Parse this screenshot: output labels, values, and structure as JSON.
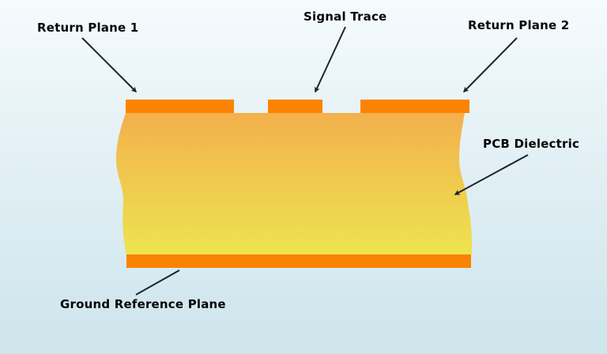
{
  "diagram": {
    "title": "PCB cross-section diagram",
    "labels": {
      "return_plane_1": "Return Plane 1",
      "signal_trace": "Signal Trace",
      "return_plane_2": "Return Plane 2",
      "pcb_dielectric": "PCB Dielectric",
      "ground_reference_plane": "Ground Reference Plane"
    },
    "colors": {
      "copper": "#FB8304",
      "body_top": "#F3B04C",
      "body_bottom": "#EDE44F",
      "bg_top": "#F6FBFD",
      "bg_bottom": "#CDE5EC",
      "annotation_line": "#1C2430",
      "label_text": "#050505"
    }
  }
}
